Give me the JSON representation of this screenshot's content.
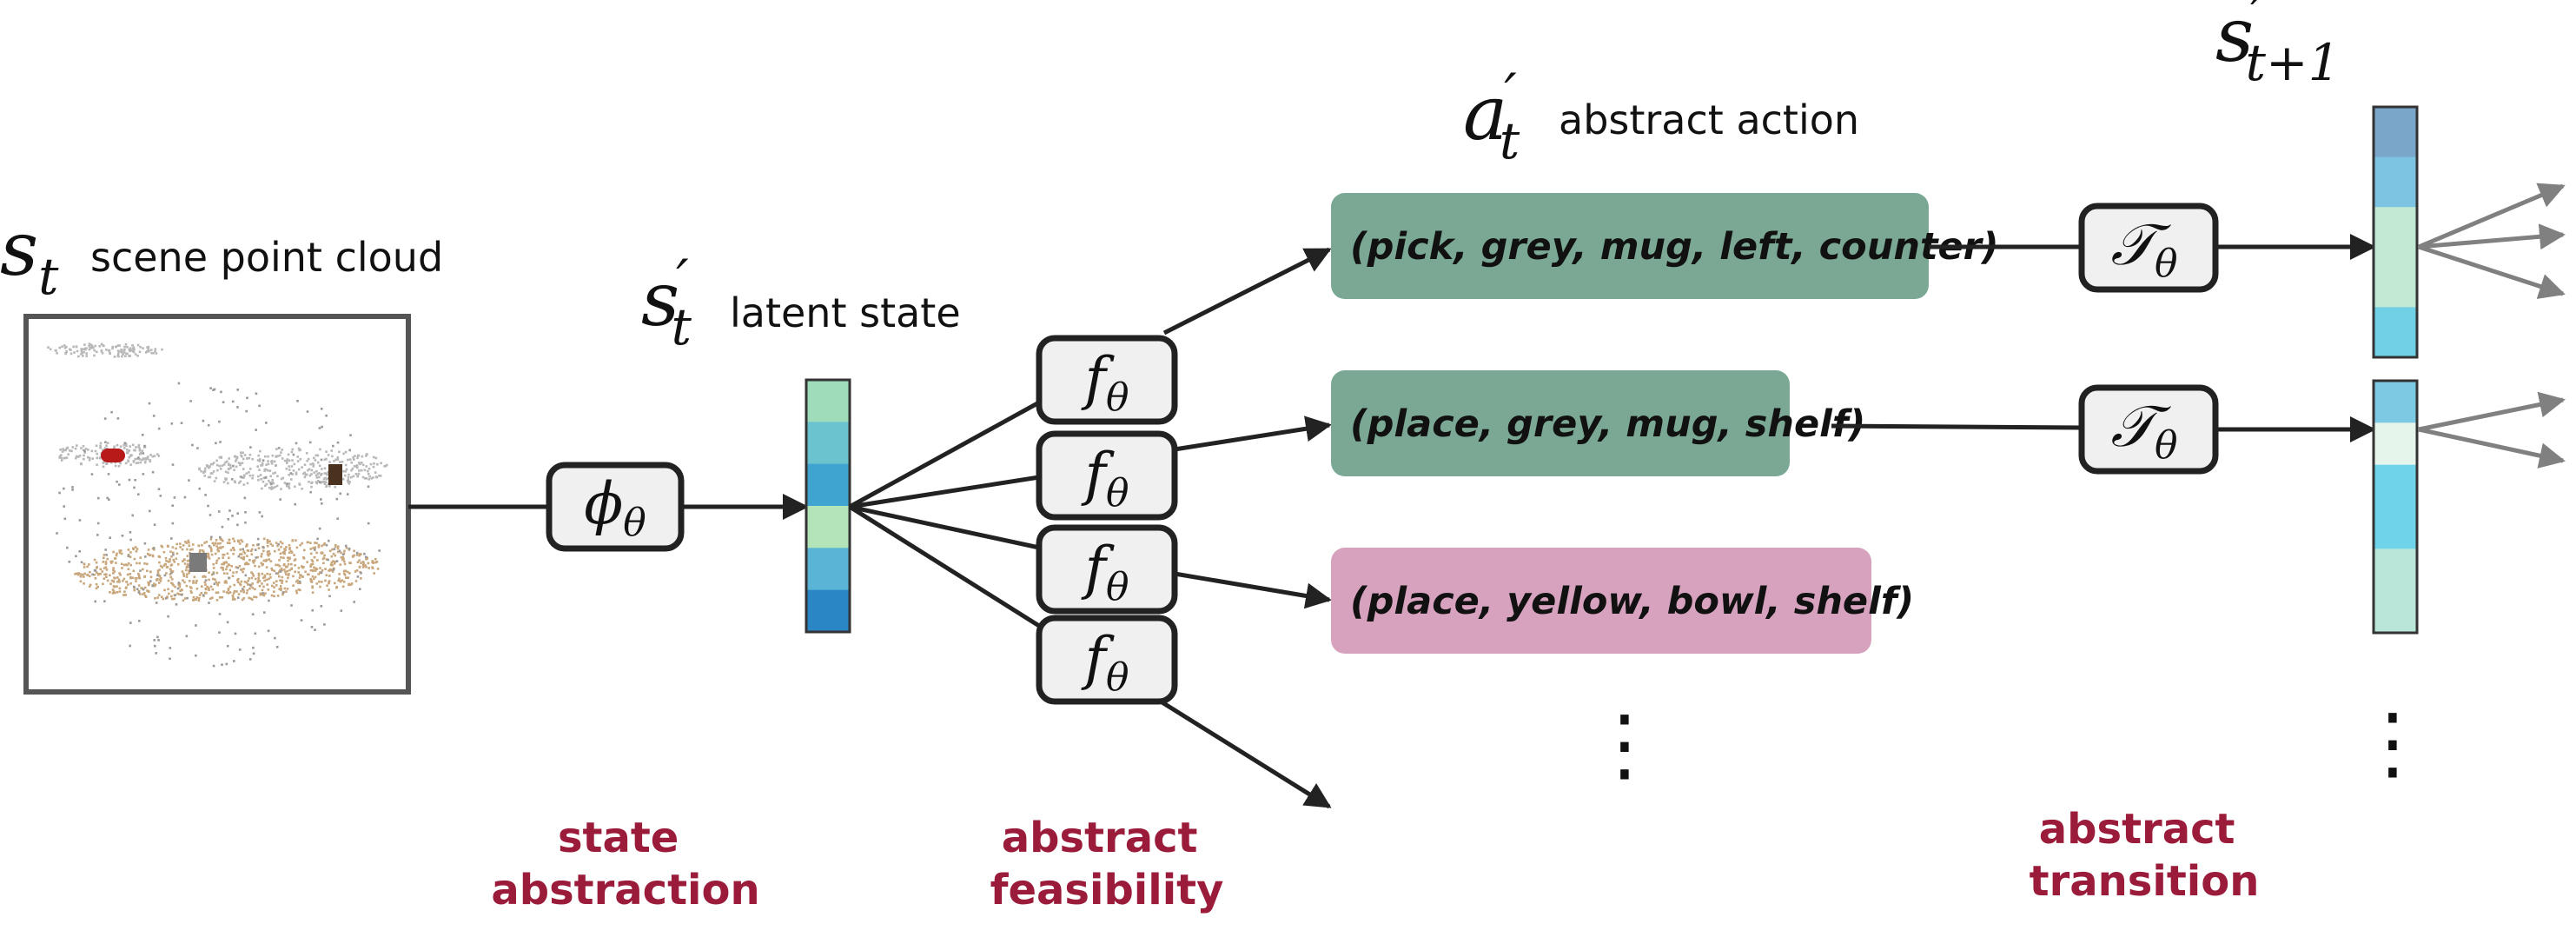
{
  "colors": {
    "stage_label": "#9b1b3b",
    "action_feasible": "#7ba894",
    "action_infeasible": "#d6a2be",
    "op_fill": "#f0f0f0",
    "arrow": "#222222",
    "arrow_grey": "#808080",
    "pc_table": "#c9a77d",
    "pc_grey": "#b8b8b8"
  },
  "scene": {
    "symbol_base": "s",
    "symbol_sub": "t",
    "label": "scene point cloud"
  },
  "latent": {
    "symbol_base": "s",
    "symbol_prime": "′",
    "symbol_sub": "t",
    "label": "latent state",
    "vector_colors": [
      "#9fdcb9",
      "#6bc3cf",
      "#3fa5d0",
      "#b4e5b8",
      "#5ab4d6",
      "#2a86c4"
    ]
  },
  "operators": {
    "encoder": {
      "base": "ϕ",
      "sub": "θ"
    },
    "feasibility": {
      "base": "f",
      "sub": "θ"
    },
    "transition": {
      "base": "𝒯",
      "sub": "θ"
    }
  },
  "action_header": {
    "symbol_base": "a",
    "symbol_prime": "′",
    "symbol_sub": "t",
    "label": "abstract action"
  },
  "actions": [
    {
      "text": "(pick, grey, mug, left, counter)",
      "feasible": true
    },
    {
      "text": "(place, grey, mug, shelf)",
      "feasible": true
    },
    {
      "text": "(place, yellow, bowl, shelf)",
      "feasible": false
    }
  ],
  "next_state": {
    "symbol_base": "s",
    "symbol_prime": "′",
    "symbol_sub": "t+1",
    "vector1_colors": [
      "#7aa6c9",
      "#7cc4e2",
      "#c3e8d3",
      "#c3e8d3",
      "#6fd0e6"
    ],
    "vector2_colors": [
      "#7cc9e4",
      "#e6f5ec",
      "#6fd3ea",
      "#6fd3ea",
      "#b9e6d8",
      "#b9e6d8"
    ]
  },
  "ellipsis": "⋮",
  "stages": [
    {
      "line1": "state",
      "line2": "abstraction"
    },
    {
      "line1": "abstract",
      "line2": "feasibility"
    },
    {
      "line1": "abstract",
      "line2": "transition"
    }
  ]
}
